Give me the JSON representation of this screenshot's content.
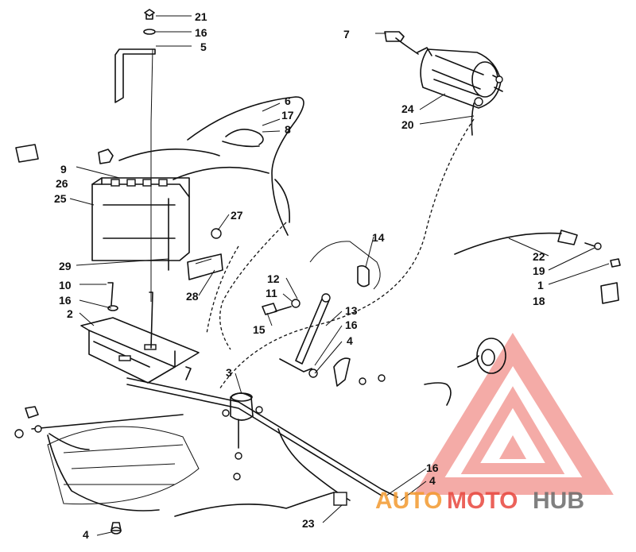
{
  "callouts": {
    "c21": "21",
    "c16a": "16",
    "c5": "5",
    "c7": "7",
    "c6": "6",
    "c17": "17",
    "c8": "8",
    "c24": "24",
    "c20": "20",
    "c9": "9",
    "c26": "26",
    "c25": "25",
    "c27": "27",
    "c29": "29",
    "c28": "28",
    "c14": "14",
    "c22": "22",
    "c19": "19",
    "c1": "1",
    "c18": "18",
    "c10": "10",
    "c16b": "16",
    "c2": "2",
    "c12": "12",
    "c11": "11",
    "c15": "15",
    "c13": "13",
    "c16c": "16",
    "c4a": "4",
    "c3": "3",
    "c16d": "16",
    "c4b": "4",
    "c23": "23",
    "c4c": "4"
  },
  "watermark": {
    "part1": "AUTO",
    "part2": "MOTO",
    "part3": "HUB",
    "color_red": "#e8473e",
    "color_orange": "#f39a2e",
    "color_gray": "#6b6b6b"
  }
}
